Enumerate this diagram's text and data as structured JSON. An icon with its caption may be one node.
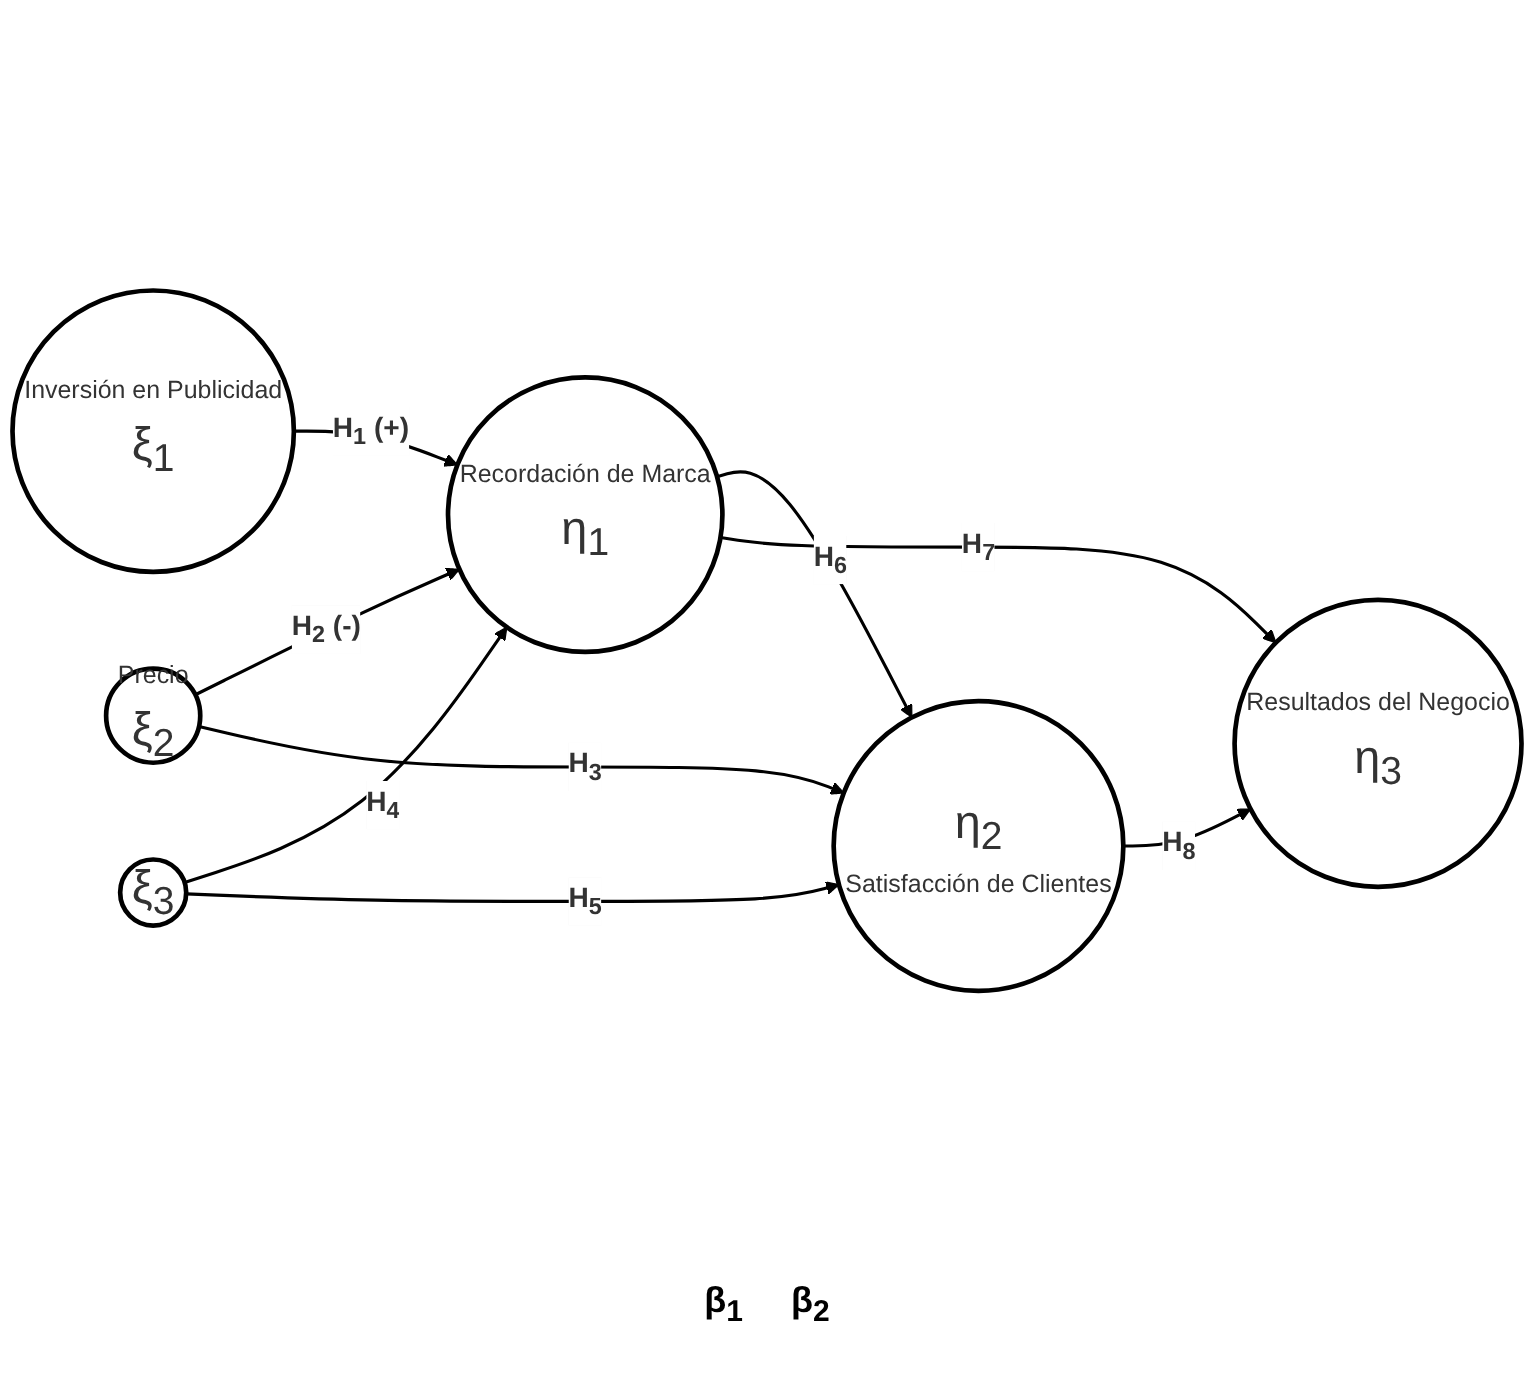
{
  "diagram": {
    "nodes": [
      {
        "text": [
          "Inversión en Publicidad",
          "ξ$_{1}$"
        ]
      },
      {
        "text": [
          "Precio",
          "ξ$_{2}$"
        ]
      },
      {
        "text": [
          "ξ$_{3}$"
        ]
      },
      {
        "text": [
          "Recordación de Marca",
          "η$_{1}$"
        ]
      },
      {
        "text": [
          "η$_{2}$",
          "Satisfacción de Clientes"
        ]
      },
      {
        "text": [
          "Resultados del Negocio",
          "η$_{3}$"
        ]
      }
    ],
    "edges": [
      {
        "from": 0,
        "to": 3,
        "arrow": "to",
        "label": "H$_{1}$ (+)"
      },
      {
        "from": 1,
        "to": 3,
        "arrow": "to",
        "label": "H$_{2}$ (-)"
      },
      {
        "from": 1,
        "to": 4,
        "arrow": "to",
        "label": "H$_{3}$"
      },
      {
        "from": 2,
        "to": 3,
        "arrow": "to",
        "label": "H$_{4}$"
      },
      {
        "from": 2,
        "to": 4,
        "arrow": "to",
        "label": "H$_{5}$"
      },
      {
        "from": 3,
        "to": 4,
        "arrow": "to",
        "label": "H$_{6}$"
      },
      {
        "from": 3,
        "to": 5,
        "arrow": "to",
        "label": "H$_{7}$"
      },
      {
        "from": 4,
        "to": 5,
        "arrow": "to",
        "label": "H$_{8}$"
      }
    ],
    "labels": [
      "β$_{1}$",
      "β$_{2}$"
    ]
  }
}
